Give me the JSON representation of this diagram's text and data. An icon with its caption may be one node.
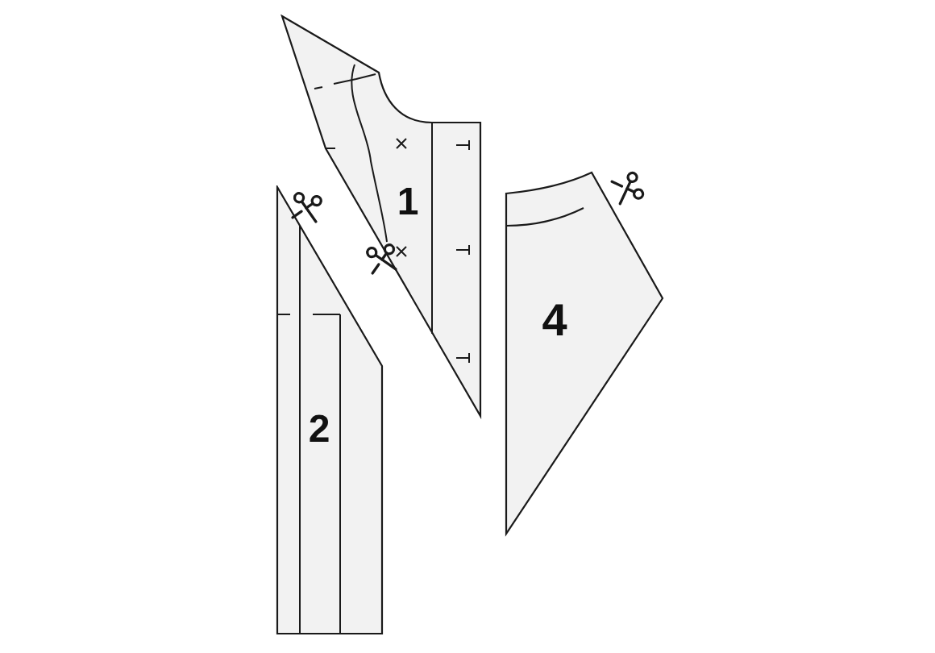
{
  "diagram": {
    "nodes": [
      {
        "text": [
          "1"
        ]
      },
      {
        "text": [
          "2"
        ]
      },
      {
        "text": [
          "4"
        ]
      }
    ]
  }
}
